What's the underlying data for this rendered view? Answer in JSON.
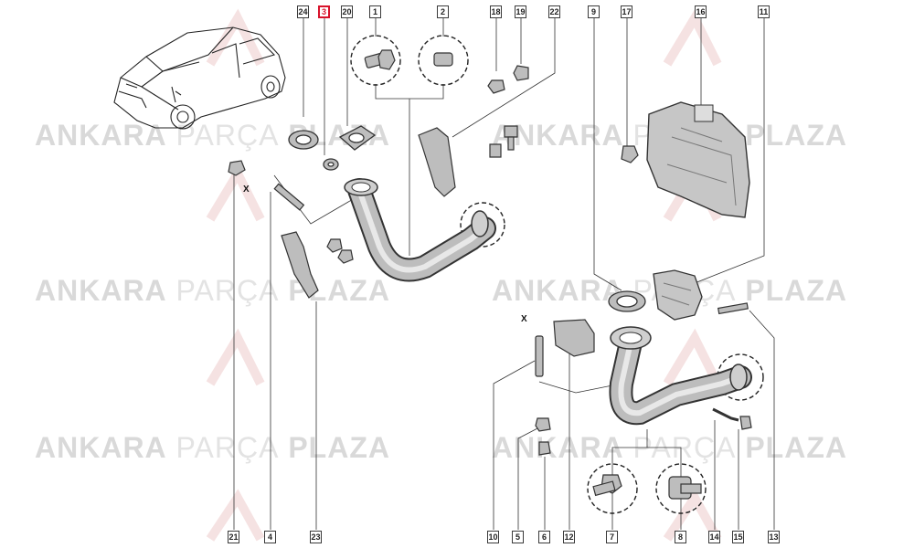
{
  "watermark": {
    "word1": "ANKARA",
    "word2": "PARÇA",
    "word3": "PLAZA"
  },
  "callouts": {
    "c24": "24",
    "c3": "3",
    "c20": "20",
    "c1": "1",
    "c2": "2",
    "c18": "18",
    "c19": "19",
    "c22": "22",
    "c9": "9",
    "c17": "17",
    "c16": "16",
    "c11": "11",
    "c21": "21",
    "c4": "4",
    "c23": "23",
    "c10": "10",
    "c5": "5",
    "c6": "6",
    "c12": "12",
    "c7": "7",
    "c8": "8",
    "c14": "14",
    "c15": "15",
    "c13": "13"
  },
  "highlighted_callout": "3",
  "highlight_color": "#d8132b",
  "markers": {
    "x_left": "X",
    "x_right": "X"
  }
}
